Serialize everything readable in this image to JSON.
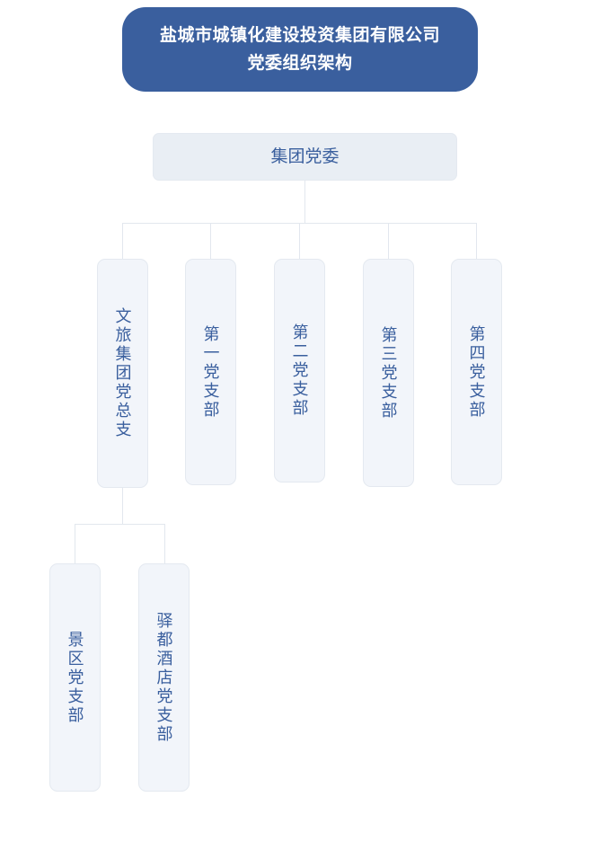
{
  "page": {
    "background_color": "#ffffff",
    "accent_color": "#3a5f9e",
    "node_fill_color": "#f2f5fa",
    "node_border_color": "#e4e9f0",
    "connector_color": "#e2e7ee",
    "text_color": "#3a5f9e"
  },
  "title": {
    "line1": "盐城市城镇化建设投资集团有限公司",
    "line2": "党委组织架构",
    "full": "盐城市城镇化建设投资集团有限公司党委组织架构"
  },
  "chart_data": {
    "type": "diagram",
    "diagram_type": "organization-chart",
    "orientation": "top-down",
    "title": "盐城市城镇化建设投资集团有限公司党委组织架构",
    "root": {
      "id": "group-party-committee",
      "label": "集团党委",
      "level": 0
    },
    "level1": [
      {
        "id": "culture-tourism-general-branch",
        "label": "文旅集团党总支",
        "level": 1,
        "has_children": true
      },
      {
        "id": "party-branch-1",
        "label": "第一党支部",
        "level": 1,
        "has_children": false
      },
      {
        "id": "party-branch-2",
        "label": "第二党支部",
        "level": 1,
        "has_children": false
      },
      {
        "id": "party-branch-3",
        "label": "第三党支部",
        "level": 1,
        "has_children": false
      },
      {
        "id": "party-branch-4",
        "label": "第四党支部",
        "level": 1,
        "has_children": false
      }
    ],
    "level2": [
      {
        "id": "scenic-area-branch",
        "label": "景区党支部",
        "level": 2,
        "parent": "culture-tourism-general-branch"
      },
      {
        "id": "yidu-hotel-branch",
        "label": "驿都酒店党支部",
        "level": 2,
        "parent": "culture-tourism-general-branch"
      }
    ],
    "edges": [
      {
        "from": "group-party-committee",
        "to": "culture-tourism-general-branch"
      },
      {
        "from": "group-party-committee",
        "to": "party-branch-1"
      },
      {
        "from": "group-party-committee",
        "to": "party-branch-2"
      },
      {
        "from": "group-party-committee",
        "to": "party-branch-3"
      },
      {
        "from": "group-party-committee",
        "to": "party-branch-4"
      },
      {
        "from": "culture-tourism-general-branch",
        "to": "scenic-area-branch"
      },
      {
        "from": "culture-tourism-general-branch",
        "to": "yidu-hotel-branch"
      }
    ],
    "node_count": 8,
    "depth": 3
  }
}
